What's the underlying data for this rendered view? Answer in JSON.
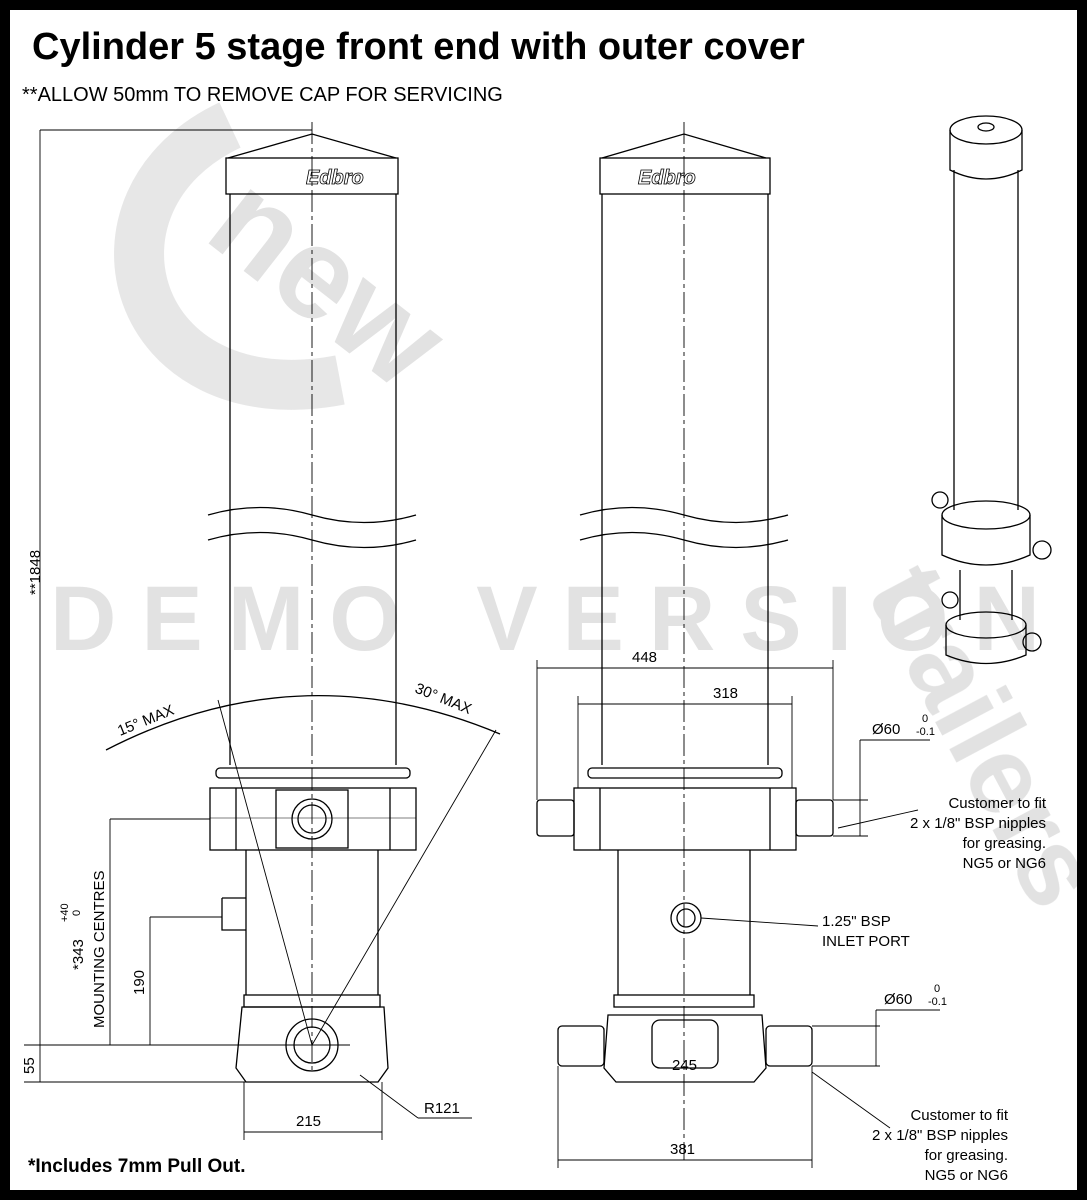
{
  "title": "Cylinder 5 stage front end with outer cover",
  "note_top": "**ALLOW 50mm TO REMOVE CAP FOR SERVICING",
  "note_bottom": "*Includes 7mm Pull Out.",
  "brand": "Edbro",
  "watermark": {
    "demo": "DEMO VERSION",
    "brand_left": "new",
    "brand_right": "trailers"
  },
  "dims": {
    "overall_height": "**1848",
    "angle_left": "15° MAX",
    "angle_right": "30° MAX",
    "mounting_value": "*343",
    "mounting_tol_upper": "+40",
    "mounting_tol_lower": "0",
    "mounting_label": "MOUNTING CENTRES",
    "dim_190": "190",
    "dim_55": "55",
    "dim_215": "215",
    "radius": "R121",
    "dim_448": "448",
    "dim_318": "318",
    "dim_245": "245",
    "dim_381": "381",
    "dia_top": "Ø60",
    "dia_top_tol_upper": "0",
    "dia_top_tol_lower": "-0.1",
    "dia_bottom": "Ø60",
    "dia_bottom_tol_upper": "0",
    "dia_bottom_tol_lower": "-0.1"
  },
  "callouts": {
    "grease_top": [
      "Customer to fit",
      "2 x 1/8\" BSP nipples",
      "for greasing.",
      "NG5 or NG6"
    ],
    "inlet": [
      "1.25\" BSP",
      "INLET PORT"
    ],
    "grease_bottom": [
      "Customer to fit",
      "2 x 1/8\" BSP nipples",
      "for greasing.",
      "NG5 or NG6"
    ]
  }
}
